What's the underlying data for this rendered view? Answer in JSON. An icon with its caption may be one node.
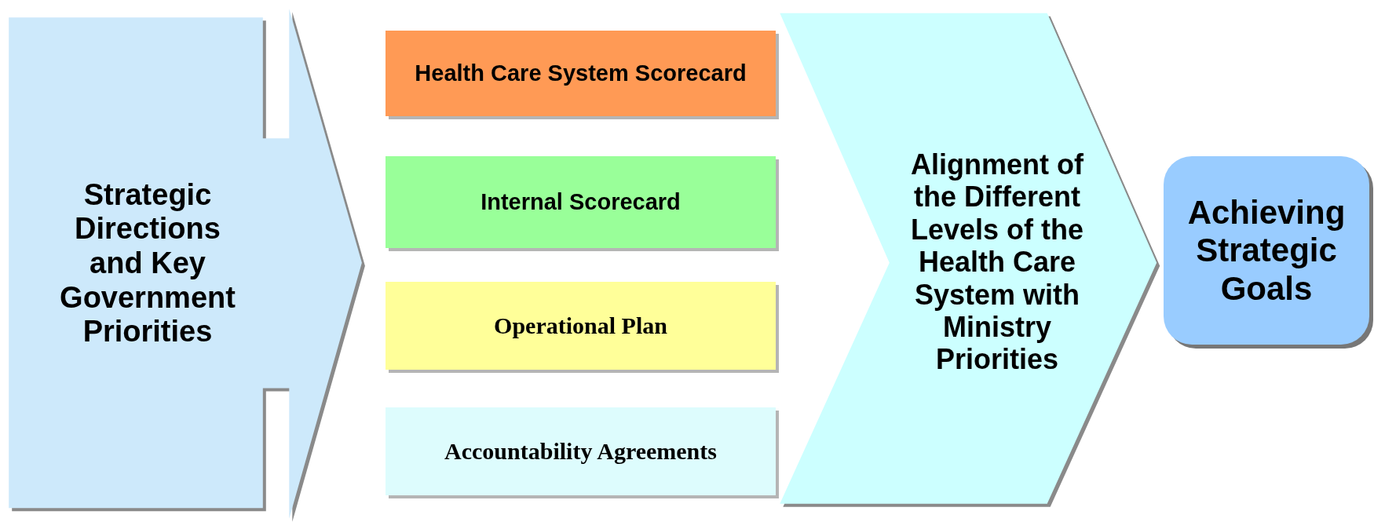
{
  "diagram": {
    "nodes": [
      {
        "text": [
          "Strategic Directions and Key Government Priorities"
        ]
      },
      {
        "text": [
          "Health Care System Scorecard"
        ]
      },
      {
        "text": [
          "Internal Scorecard"
        ]
      },
      {
        "text": [
          "Operational Plan"
        ]
      },
      {
        "text": [
          "Accountability Agreements"
        ]
      },
      {
        "text": [
          "Alignment of the Different Levels of the Health Care System with Ministry Priorities"
        ]
      },
      {
        "text": [
          "Achieving Strategic Goals"
        ]
      }
    ]
  }
}
